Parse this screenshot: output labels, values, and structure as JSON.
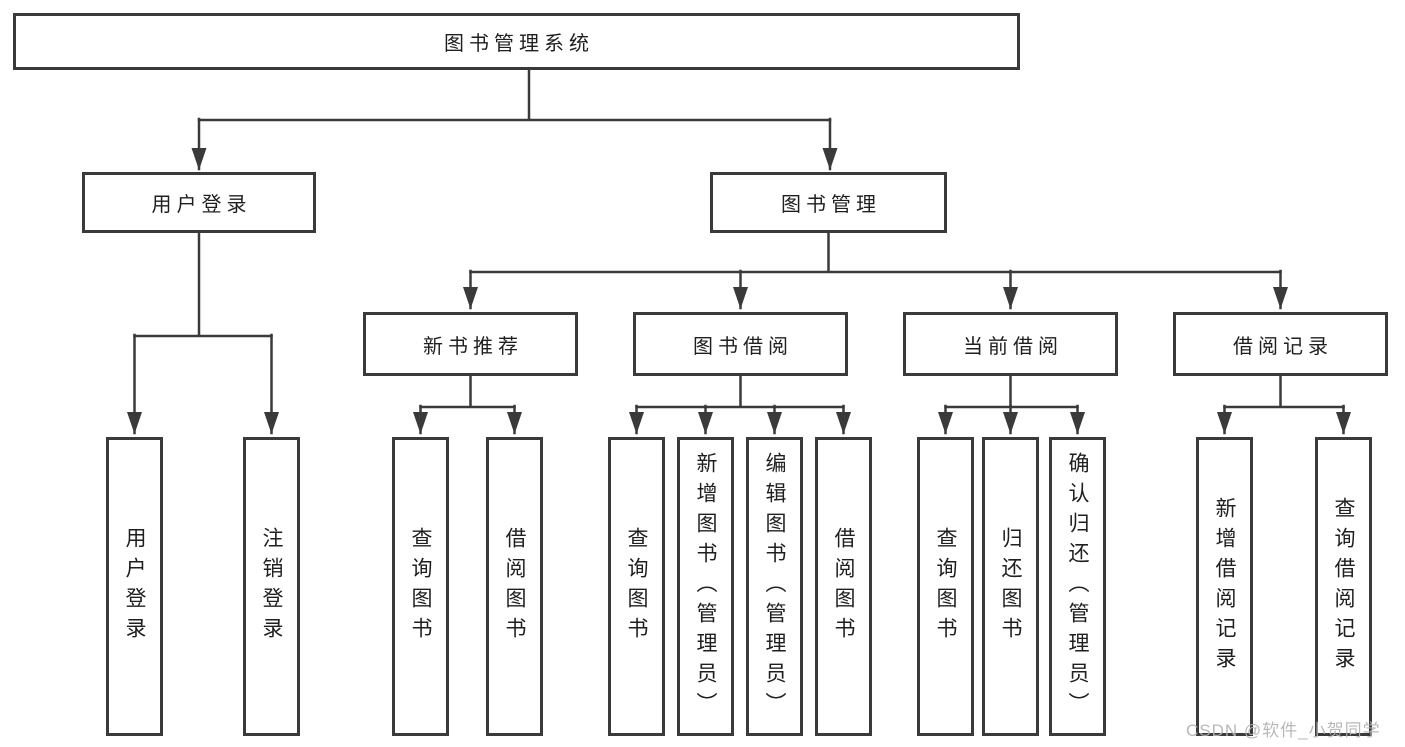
{
  "colors": {
    "line": "#3a3a3a",
    "box_border": "#3a3a3a",
    "text": "#1f1f1f",
    "watermark": "#b3b3b3"
  },
  "nodes": {
    "root": "图书管理系统",
    "user_login": "用户登录",
    "book_mgmt": "图书管理",
    "new_books": "新书推荐",
    "book_borrow": "图书借阅",
    "current_borrow": "当前借阅",
    "borrow_records": "借阅记录",
    "leaves": {
      "user_login": [
        "用户登录",
        "注销登录"
      ],
      "new_books": [
        "查询图书",
        "借阅图书"
      ],
      "book_borrow": [
        "查询图书",
        "新增图书（管理员）",
        "编辑图书（管理员）",
        "借阅图书"
      ],
      "current_borrow": [
        "查询图书",
        "归还图书",
        "确认归还（管理员）"
      ],
      "borrow_records": [
        "新增借阅记录",
        "查询借阅记录"
      ]
    }
  },
  "watermark": "CSDN @软件_小贺同学"
}
